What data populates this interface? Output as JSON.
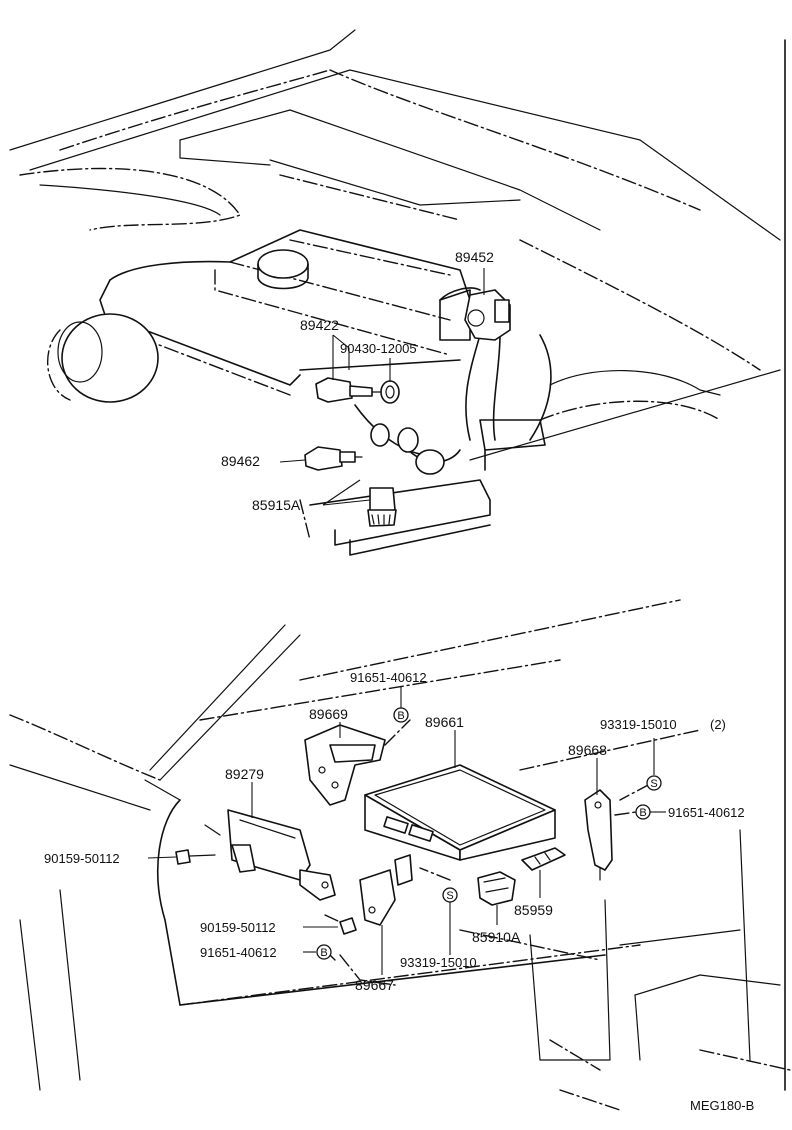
{
  "labels": {
    "p89452": "89452",
    "p89422": "89422",
    "p90430": "90430-12005",
    "p89462": "89462",
    "p85915a": "85915A",
    "p91651_top": "91651-40612",
    "p89669": "89669",
    "p89661": "89661",
    "p93319_top": "93319-15010",
    "p93319_top_qty": "(2)",
    "p89668": "89668",
    "p91651_right": "91651-40612",
    "p89279": "89279",
    "p90159_left": "90159-50112",
    "p85959": "85959",
    "p85910a": "85910A",
    "p90159_lower": "90159-50112",
    "p91651_lower": "91651-40612",
    "p93319_lower": "93319-15010",
    "p89667": "89667"
  },
  "symbols": {
    "b": "B",
    "s": "S"
  },
  "figure_code": "MEG180-B"
}
